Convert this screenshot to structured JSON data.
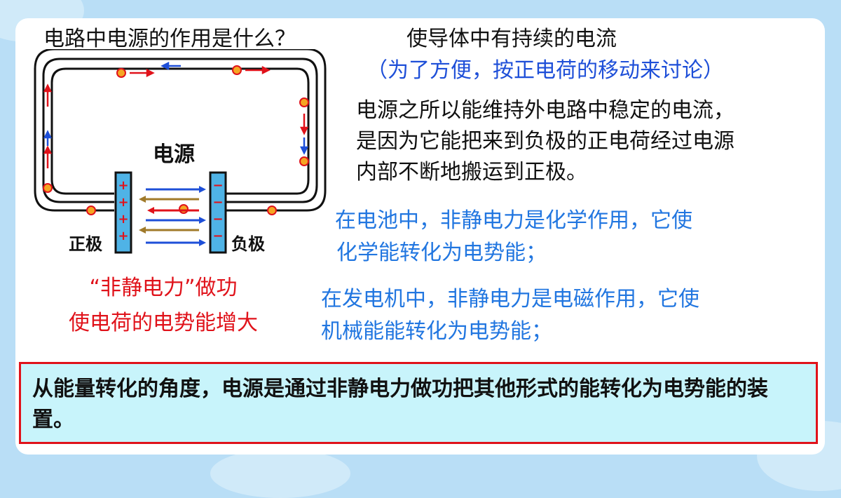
{
  "question": "电路中电源的作用是什么？",
  "answer": "使导体中有持续的电流",
  "note": "（为了方便，按正电荷的移动来讨论）",
  "explanation_lines": [
    "电源之所以能维持外电路中稳定的电流，",
    "是因为它能把来到负极的正电荷经过电源",
    "内部不断地搬运到正极。"
  ],
  "battery_lines": [
    "在电池中，非静电力是化学作用，它使",
    "化学能转化为电势能；"
  ],
  "generator_lines": [
    "在发电机中，非静电力是电磁作用，它使",
    "机械能能转化为电势能；"
  ],
  "red_note_lines": [
    "“非静电力”做功",
    "使电荷的电势能增大"
  ],
  "summary": "从能量转化的角度，电源是通过非静电力做功把其他形式的能转化为电势能的装置。",
  "diagram": {
    "source_label": "电源",
    "positive_label": "正极",
    "negative_label": "负极",
    "plus_sign": "+",
    "minus_sign": "−"
  },
  "colors": {
    "red": "#e0121a",
    "blue": "#2176e0",
    "plate": "#4fb3e6"
  }
}
